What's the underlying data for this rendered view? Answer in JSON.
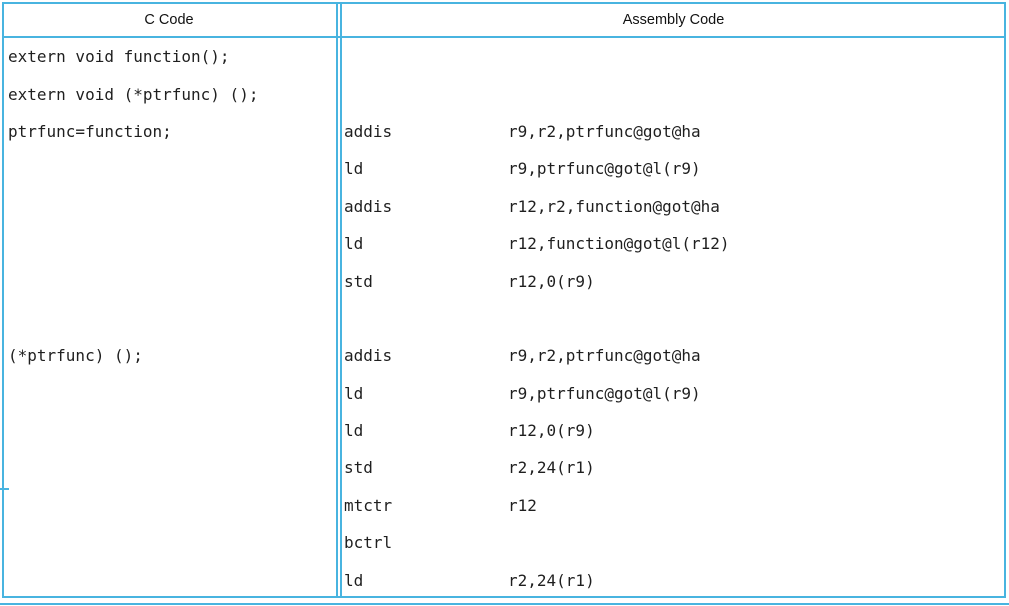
{
  "page": {
    "border_color": "#48b4e0",
    "text_color": "#1f1f1f"
  },
  "table": {
    "header": {
      "c_code": "C Code",
      "assembly": "Assembly Code"
    },
    "rows": [
      {
        "c": "extern void function();",
        "op": "",
        "args": ""
      },
      {
        "c": "extern void (*ptrfunc) ();",
        "op": "",
        "args": ""
      },
      {
        "c": "ptrfunc=function;",
        "op": "addis",
        "args": "r9,r2,ptrfunc@got@ha"
      },
      {
        "c": "",
        "op": "ld",
        "args": "r9,ptrfunc@got@l(r9)"
      },
      {
        "c": "",
        "op": "addis",
        "args": "r12,r2,function@got@ha"
      },
      {
        "c": "",
        "op": "ld",
        "args": "r12,function@got@l(r12)"
      },
      {
        "c": "",
        "op": "std",
        "args": "r12,0(r9)"
      },
      {
        "c": "",
        "op": "",
        "args": ""
      },
      {
        "c": "(*ptrfunc) ();",
        "op": "addis",
        "args": "r9,r2,ptrfunc@got@ha"
      },
      {
        "c": "",
        "op": "ld",
        "args": "r9,ptrfunc@got@l(r9)"
      },
      {
        "c": "",
        "op": "ld",
        "args": "r12,0(r9)"
      },
      {
        "c": "",
        "op": "std",
        "args": "r2,24(r1)"
      },
      {
        "c": "",
        "op": "mtctr",
        "args": "r12"
      },
      {
        "c": "",
        "op": "bctrl",
        "args": ""
      },
      {
        "c": "",
        "op": "ld",
        "args": "r2,24(r1)"
      }
    ]
  }
}
